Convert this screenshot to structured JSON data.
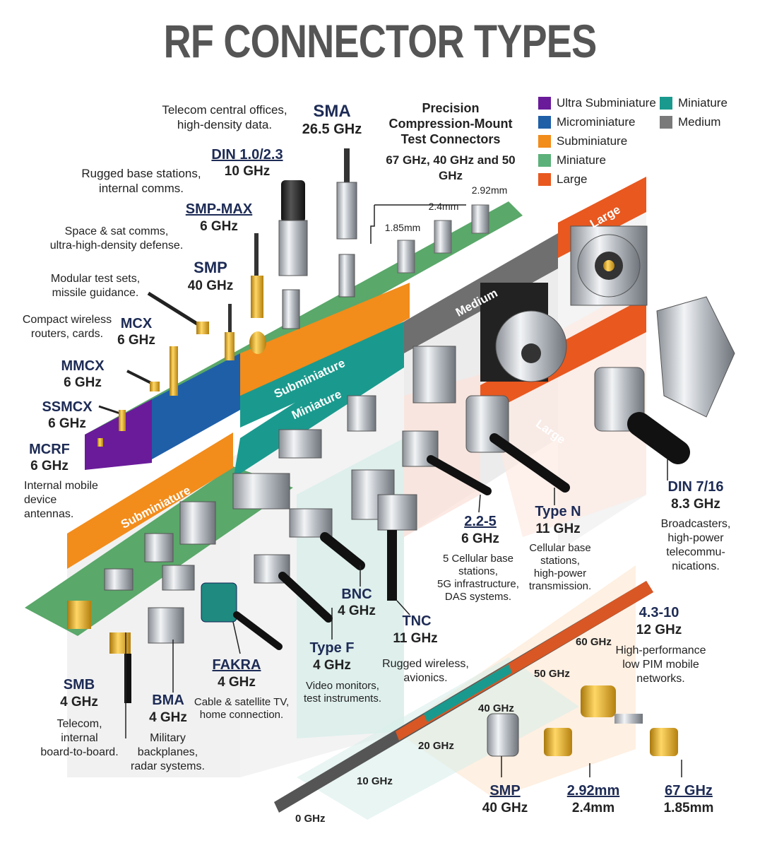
{
  "title": "RF CONNECTOR TYPES",
  "colors": {
    "ultra_subminiature": "#6a1b9a",
    "microminiature": "#1f5fa8",
    "subminiature": "#f28c1b",
    "miniature": "#2e9e70",
    "medium": "#7a7a7a",
    "large": "#e8581f",
    "teal": "#1a9a8e"
  },
  "legend": [
    {
      "label": "Ultra Subminiature",
      "color": "#6a1b9a"
    },
    {
      "label": "Microminiature",
      "color": "#1f5fa8"
    },
    {
      "label": "Subminiature",
      "color": "#f28c1b"
    },
    {
      "label": "Miniature",
      "color": "#5cb07a"
    },
    {
      "label": "Large",
      "color": "#e8581f"
    },
    {
      "label": "Miniature",
      "color": "#1a9a8e"
    },
    {
      "label": "Medium",
      "color": "#7a7a7a"
    }
  ],
  "bands": {
    "ultra": "Ultra Subminiature",
    "micro": "Microminiature",
    "sub_top": "Subminiature",
    "mini_mid": "Miniature",
    "medium": "Medium",
    "large_top": "Large",
    "large_mid": "Large",
    "sub_bottom": "Subminiature"
  },
  "connectors": {
    "sma": {
      "name": "SMA",
      "freq": "26.5 GHz"
    },
    "precision": {
      "name": "Precision\nCompression-Mount\nTest Connectors",
      "freq": "67 GHz, 40 GHz and 50 GHz",
      "sizes": [
        "1.85mm",
        "2.4mm",
        "2.92mm"
      ]
    },
    "din10": {
      "name": "DIN 1.0/2.3",
      "freq": "10 GHz",
      "desc": "Telecom central offices,\nhigh-density data."
    },
    "smpmax": {
      "name": "SMP-MAX",
      "freq": "6 GHz",
      "desc": "Rugged base stations,\ninternal comms."
    },
    "smp": {
      "name": "SMP",
      "freq": "40 GHz",
      "desc": "Space & sat comms,\nultra-high-density defense."
    },
    "mcx": {
      "name": "MCX",
      "freq": "6 GHz",
      "desc": "Modular test sets,\nmissile guidance."
    },
    "mmcx": {
      "name": "MMCX",
      "freq": "6 GHz",
      "desc": "Compact wireless\nrouters, cards."
    },
    "ssmcx": {
      "name": "SSMCX",
      "freq": "6 GHz"
    },
    "mcrf": {
      "name": "MCRF",
      "freq": "6 GHz",
      "desc": "Internal mobile\ndevice\nantennas."
    },
    "din716": {
      "name": "DIN 7/16",
      "freq": "8.3 GHz",
      "desc": "Broadcasters,\nhigh-power\ntelecommu-\nnications."
    },
    "typen": {
      "name": "Type N",
      "freq": "11 GHz",
      "desc": "Cellular base\nstations,\nhigh-power\ntransmission."
    },
    "c225": {
      "name": "2.2-5",
      "freq": "6 GHz",
      "desc": "5 Cellular base\nstations,\n5G infrastructure,\nDAS systems."
    },
    "bnc": {
      "name": "BNC",
      "freq": "4 GHz"
    },
    "tnc": {
      "name": "TNC",
      "freq": "11 GHz",
      "desc": "Rugged wireless,\navionics."
    },
    "typef": {
      "name": "Type F",
      "freq": "4 GHz",
      "desc": "Video monitors,\ntest instruments."
    },
    "fakra": {
      "name": "FAKRA",
      "freq": "4 GHz",
      "desc": "Cable & satellite TV,\nhome connection."
    },
    "bma": {
      "name": "BMA",
      "freq": "4 GHz",
      "desc": "Military\nbackplanes,\nradar systems."
    },
    "smb": {
      "name": "SMB",
      "freq": "4 GHz",
      "desc": "Telecom,\ninternal\nboard-to-board."
    },
    "c4310": {
      "name": "4.3-10",
      "freq": "12 GHz",
      "desc": "High-performance\nlow PIM mobile\nnetworks."
    },
    "smp_bottom": {
      "name": "SMP",
      "freq": "40 GHz"
    },
    "c292": {
      "name": "2.92mm",
      "freq": "2.4mm"
    },
    "c67": {
      "name": "67 GHz",
      "freq": "1.85mm"
    }
  },
  "axis": {
    "ticks": [
      "0 GHz",
      "10 GHz",
      "20 GHz",
      "40 GHz",
      "50 GHz",
      "60 GHz"
    ]
  }
}
